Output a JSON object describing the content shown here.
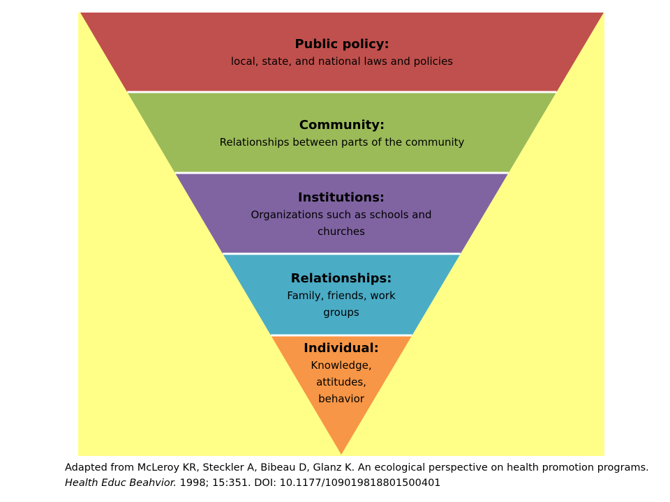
{
  "colors": {
    "background": "#ffff88",
    "divider": "#ffffff",
    "public_policy": "#c0504d",
    "community": "#9bbb59",
    "institutions": "#8064a2",
    "relationships": "#4bacc6",
    "individual": "#f79646"
  },
  "layers": [
    {
      "key": "public_policy",
      "title": "Public policy:",
      "description": "local, state, and national laws and policies"
    },
    {
      "key": "community",
      "title": "Community:",
      "description": "Relationships between parts of the community"
    },
    {
      "key": "institutions",
      "title": "Institutions:",
      "description": "Organizations such as schools and churches"
    },
    {
      "key": "relationships",
      "title": "Relationships:",
      "description": "Family, friends, work groups"
    },
    {
      "key": "individual",
      "title": "Individual:",
      "description": "Knowledge, attitudes, behavior"
    }
  ],
  "citation": {
    "part1": "Adapted from McLeroy KR,  Steckler A, Bibeau D, Glanz K.  An ecological perspective on health promotion programs.  ",
    "journal": "Health Educ Beahvior.",
    "part2": " 1998; 15:351.  DOI: 10.1177/109019818801500401"
  }
}
